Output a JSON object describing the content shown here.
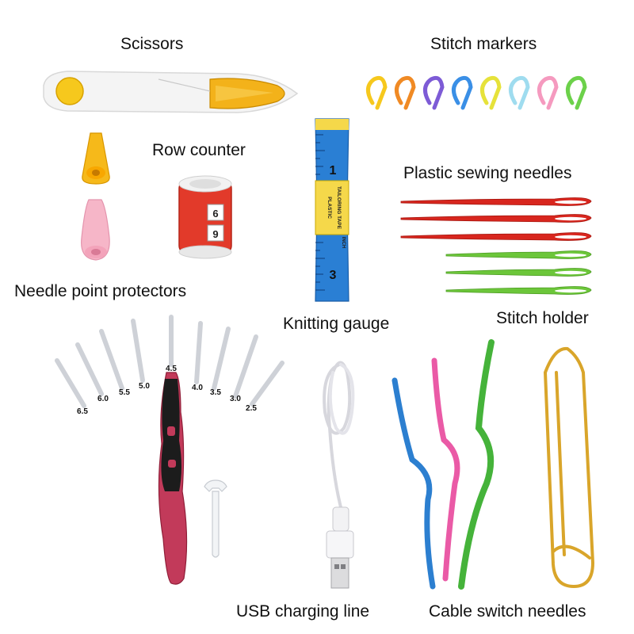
{
  "labels": {
    "scissors": "Scissors",
    "stitch_markers": "Stitch markers",
    "row_counter": "Row counter",
    "plastic_sewing_needles": "Plastic sewing needles",
    "needle_point_protectors": "Needle point protectors",
    "knitting_gauge": "Knitting gauge",
    "stitch_holder": "Stitch holder",
    "usb_charging_line": "USB charging line",
    "cable_switch_needles": "Cable switch needles"
  },
  "tape_measure": {
    "line1": "PLASTIC",
    "line2": "TAILORING TAPE",
    "unit": "INCH",
    "number_top": "1",
    "number_bottom": "3"
  },
  "row_counter_digits": [
    "6",
    "9"
  ],
  "crochet_sizes": [
    "6.5",
    "6.0",
    "5.5",
    "5.0",
    "4.5",
    "4.0",
    "3.5",
    "3.0",
    "2.5"
  ],
  "colors": {
    "scissor_yellow": "#f3b21a",
    "needle_red": "#d8261e",
    "needle_green": "#6cc63a",
    "counter_red": "#e23a2a",
    "tape_blue": "#2a7fd4",
    "tape_yellow": "#f5d84a",
    "handle_pink": "#c23a5a",
    "cable_blue": "#2c7fd0",
    "cable_pink": "#ea5aa6",
    "cable_green": "#45b33a",
    "holder_gold": "#d9a52a"
  }
}
